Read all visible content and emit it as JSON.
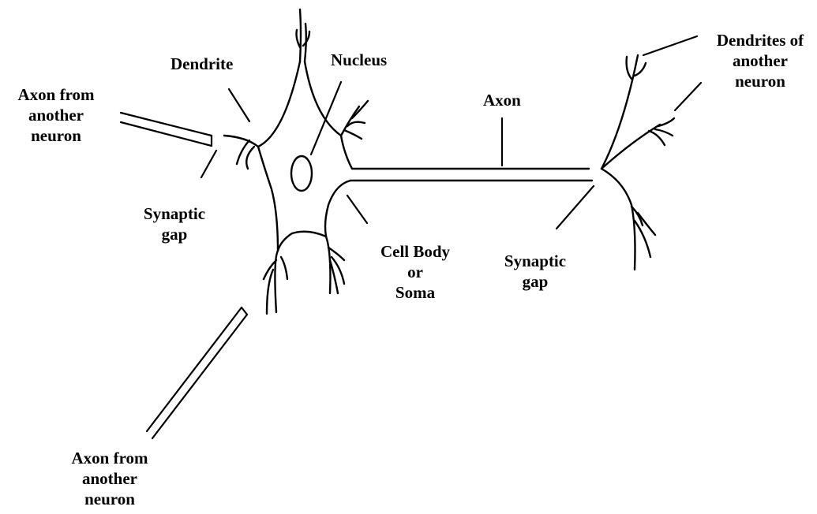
{
  "diagram": {
    "labels": {
      "dendrite": "Dendrite",
      "nucleus": "Nucleus",
      "axon": "Axon",
      "axon_from_another_neuron_top": [
        "Axon from",
        "another",
        "neuron"
      ],
      "synaptic_gap_left": [
        "Synaptic",
        "gap"
      ],
      "cell_body": [
        "Cell Body",
        "or",
        "Soma"
      ],
      "synaptic_gap_right": [
        "Synaptic",
        "gap"
      ],
      "dendrites_of_another_neuron": [
        "Dendrites of",
        "another",
        "neuron"
      ],
      "axon_from_another_neuron_bottom": [
        "Axon from",
        "another",
        "neuron"
      ]
    },
    "colors": {
      "stroke": "#000000",
      "background": "#ffffff",
      "text": "#000000"
    }
  }
}
